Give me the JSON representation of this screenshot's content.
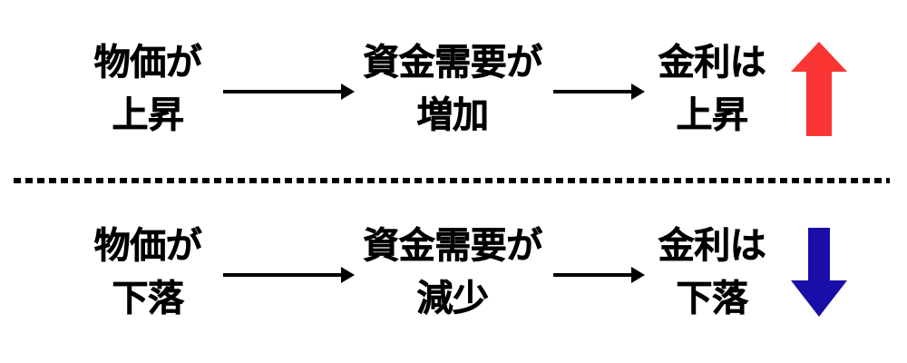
{
  "diagram": {
    "title_text": "",
    "divider": {
      "style": "dashed",
      "color": "#000000"
    },
    "rows": [
      {
        "id": "rising",
        "direction_label": "上昇",
        "arrow_color": "#fb3434",
        "arrow_direction": "up",
        "nodes": [
          {
            "line1": "物価が",
            "line2": "上昇"
          },
          {
            "line1": "資金需要が",
            "line2": "増加"
          },
          {
            "line1": "金利は",
            "line2": "上昇"
          }
        ],
        "connectors": [
          {
            "glyph": "→"
          },
          {
            "glyph": "→"
          }
        ]
      },
      {
        "id": "falling",
        "direction_label": "下落",
        "arrow_color": "#1a0ea8",
        "arrow_direction": "down",
        "nodes": [
          {
            "line1": "物価が",
            "line2": "下落"
          },
          {
            "line1": "資金需要が",
            "line2": "減少"
          },
          {
            "line1": "金利は",
            "line2": "下落"
          }
        ],
        "connectors": [
          {
            "glyph": "→"
          },
          {
            "glyph": "→"
          }
        ]
      }
    ]
  }
}
